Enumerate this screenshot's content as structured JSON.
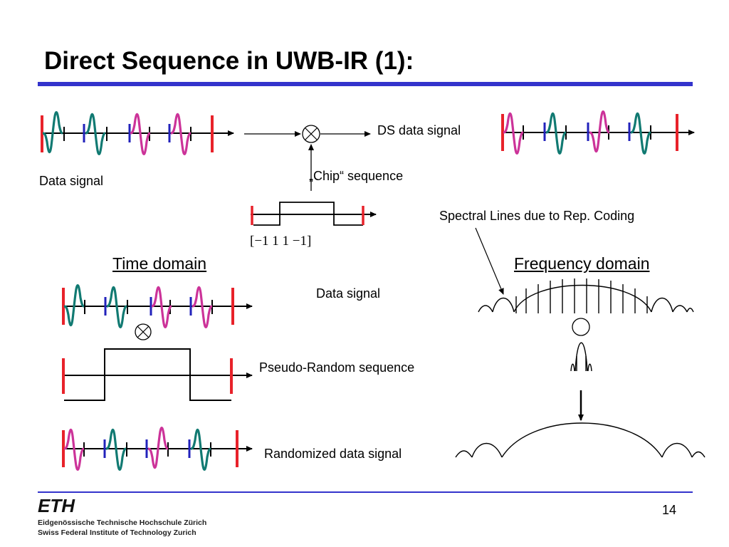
{
  "slide": {
    "title": "Direct Sequence in UWB-IR (1):",
    "page_number": "14"
  },
  "labels": {
    "data_signal_top": "Data signal",
    "ds_data_signal": "DS data signal",
    "chip_sequence": "„Chip“ sequence",
    "chip_values": "[−1   1   1   −1]",
    "spectral_lines": "Spectral Lines due to Rep. Coding",
    "time_domain": "Time domain",
    "frequency_domain": "Frequency domain",
    "data_signal_mid": "Data signal",
    "pseudo_random": "Pseudo-Random sequence",
    "randomized": "Randomized data signal",
    "convolution": "*"
  },
  "footer": {
    "logo": "ETH",
    "institution_de": "Eidgenössische Technische Hochschule Zürich",
    "institution_en": "Swiss Federal Institute of Technology Zurich"
  },
  "colors": {
    "accent_bar": "#3333cc",
    "frame_marker": "#e8222a",
    "chip_marker": "#2222bb",
    "pulse_teal": "#117a72",
    "pulse_magenta": "#cc3399"
  }
}
